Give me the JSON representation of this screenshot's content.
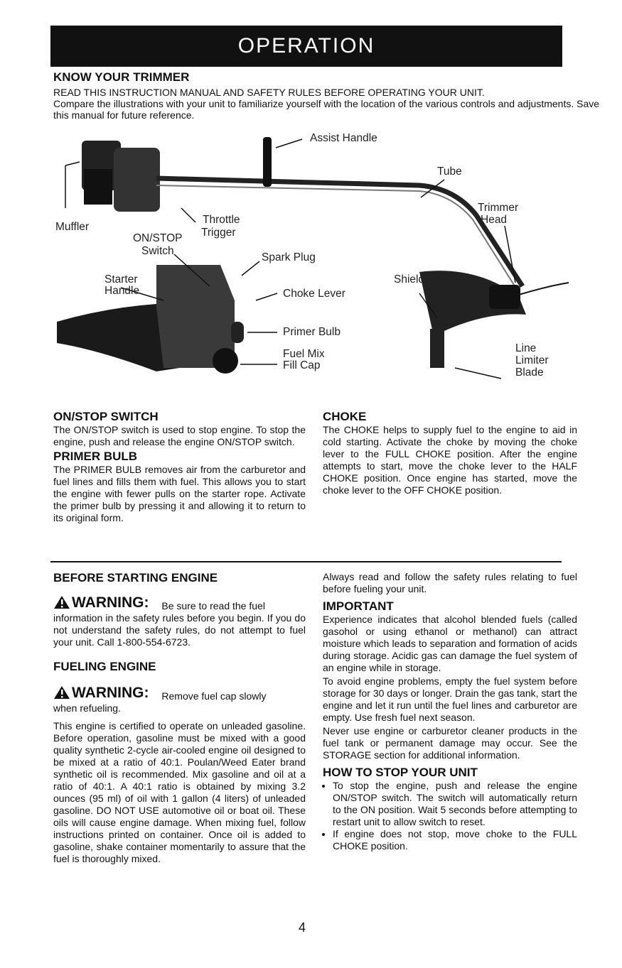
{
  "banner": {
    "title": "OPERATION"
  },
  "know": {
    "heading": "KNOW YOUR TRIMMER",
    "line1": "READ THIS INSTRUCTION MANUAL AND SAFETY RULES BEFORE OPERATING YOUR UNIT.",
    "line2": "Compare the illustrations with your unit to familiarize yourself with the location of the various controls and adjustments. Save this manual for future reference."
  },
  "figure_labels": {
    "assist_handle": "Assist Handle",
    "tube": "Tube",
    "trimmer_head_1": "Trimmer",
    "trimmer_head_2": "Head",
    "muffler": "Muffler",
    "throttle_1": "Throttle",
    "throttle_2": "Trigger",
    "onstop_1": "ON/STOP",
    "onstop_2": "Switch",
    "spark_plug": "Spark Plug",
    "starter_1": "Starter",
    "starter_2": "Handle",
    "choke_lever": "Choke Lever",
    "shield": "Shield",
    "primer_bulb": "Primer Bulb",
    "fuel_1": "Fuel Mix",
    "fuel_2": "Fill Cap",
    "line_1": "Line",
    "line_2": "Limiter",
    "line_3": "Blade"
  },
  "onstop": {
    "heading": "ON/STOP SWITCH",
    "text": "The ON/STOP switch is used to stop engine. To stop the engine, push and release the engine ON/STOP switch."
  },
  "primer": {
    "heading": "PRIMER BULB",
    "text": "The PRIMER BULB removes air from the carburetor and fuel lines and fills them with fuel. This allows you to start the engine with fewer pulls on the starter rope. Activate the primer bulb by pressing it and allowing it to return to its original form."
  },
  "choke": {
    "heading": "CHOKE",
    "text": "The CHOKE helps to supply fuel to the engine to aid in cold starting. Activate the choke by moving the choke lever to the FULL CHOKE position. After the engine attempts to start, move the choke lever to the HALF CHOKE position. Once engine has started, move the choke lever to the OFF CHOKE position."
  },
  "before": {
    "heading": "BEFORE STARTING ENGINE",
    "warning_label": "WARNING:",
    "warning_lead": "Be sure to read the fuel",
    "warning_text": "information in the safety rules before you begin. If you do not understand the safety rules, do not attempt to fuel your unit. Call 1-800-554-6723."
  },
  "fueling": {
    "heading": "FUELING ENGINE",
    "warning_label": "WARNING:",
    "warning_lead": "Remove fuel cap slowly",
    "warning_text": "when refueling.",
    "text": "This engine is certified to operate on unleaded gasoline. Before operation, gasoline must be mixed with a good quality synthetic 2-cycle air-cooled engine oil designed to be mixed at a ratio of 40:1. Poulan/Weed Eater brand synthetic oil is recommended. Mix gasoline and oil at a ratio of 40:1. A 40:1 ratio is obtained by mixing 3.2 ounces (95 ml) of oil with 1 gallon (4 liters) of unleaded gasoline. DO NOT USE automotive oil or boat oil. These oils will cause engine damage. When mixing fuel, follow instructions printed on container. Once oil is added to gasoline, shake container momentarily to assure that the fuel is thoroughly mixed."
  },
  "right": {
    "safety_text": "Always read and follow the safety rules relating to fuel before fueling your unit.",
    "important_heading": "IMPORTANT",
    "important_p1": "Experience indicates that alcohol blended fuels (called gasohol or using ethanol or methanol) can attract moisture which leads to separation and formation of acids during storage. Acidic gas can damage the fuel system of an engine while in storage.",
    "important_p2": "To avoid engine problems, empty the fuel system before storage for 30 days or longer. Drain the gas tank, start the engine and let it run until the fuel lines and carburetor are empty. Use fresh fuel next season.",
    "important_p3": "Never use engine or carburetor cleaner products in the fuel tank or permanent damage may occur. See the STORAGE section for additional information.",
    "stop_heading": "HOW TO STOP YOUR UNIT",
    "stop_items": [
      "To stop the engine, push and release the engine ON/STOP switch. The switch will automatically return to the ON position. Wait 5 seconds before attempting to restart unit to allow switch to reset.",
      "If engine does not stop, move choke to the FULL CHOKE position."
    ]
  },
  "page_number": "4"
}
